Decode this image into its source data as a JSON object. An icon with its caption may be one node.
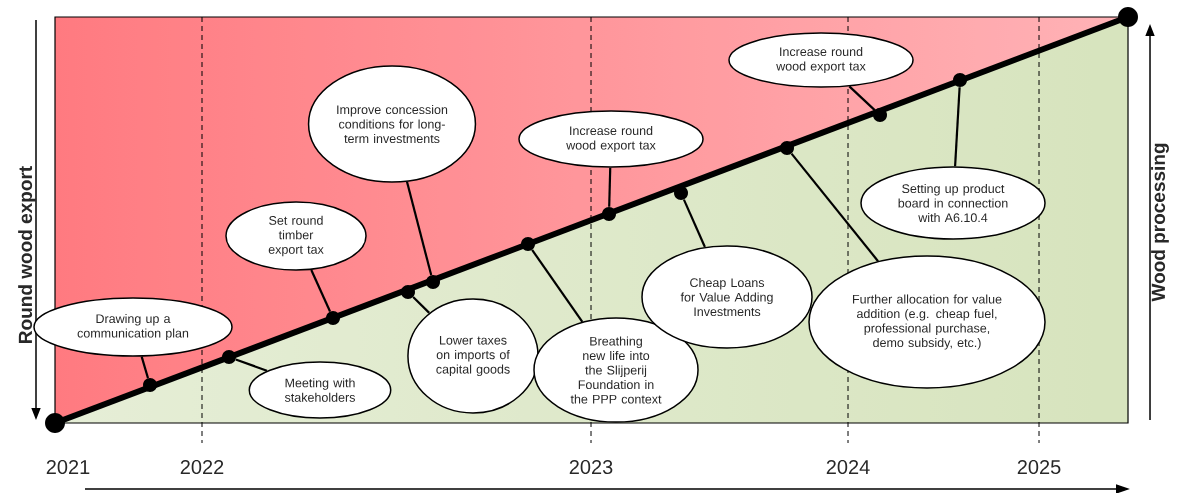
{
  "diagram": {
    "nodes": [
      {
        "text": [
          "Drawing up a communication plan"
        ]
      },
      {
        "text": [
          "Set round timber export tax"
        ]
      },
      {
        "text": [
          "Meeting with stakeholders"
        ]
      },
      {
        "text": [
          "Improve concession conditions for long-term investments"
        ]
      },
      {
        "text": [
          "Lower taxes on imports of capital goods"
        ]
      },
      {
        "text": [
          "Increase round wood export tax"
        ]
      },
      {
        "text": [
          "Breathing new life into the Slijperij Foundation in the PPP context"
        ]
      },
      {
        "text": [
          "Cheap Loans for Value Adding Investments"
        ]
      },
      {
        "text": [
          "Increase round wood export tax"
        ]
      },
      {
        "text": [
          "Further allocation for value addition (e.g. cheap fuel, professional purchase, demo subsidy, etc.)"
        ]
      },
      {
        "text": [
          "Setting up product board in connection with A6.10.4"
        ]
      },
      {
        "text": [],
        "shape": "circle"
      },
      {
        "text": [],
        "shape": "circle"
      },
      {
        "text": [],
        "shape": "circle"
      },
      {
        "text": [],
        "shape": "circle"
      },
      {
        "text": [],
        "shape": "circle"
      },
      {
        "text": [],
        "shape": "circle"
      },
      {
        "text": [],
        "shape": "circle"
      },
      {
        "text": [],
        "shape": "circle"
      },
      {
        "text": [],
        "shape": "circle"
      },
      {
        "text": [],
        "shape": "circle"
      },
      {
        "text": [],
        "shape": "circle"
      }
    ],
    "edges": [
      {
        "from": 0,
        "to": 11,
        "arrow": "none"
      },
      {
        "from": 2,
        "to": 12,
        "arrow": "none"
      },
      {
        "from": 1,
        "to": 13,
        "arrow": "none"
      },
      {
        "from": 4,
        "to": 14,
        "arrow": "none"
      },
      {
        "from": 3,
        "to": 15,
        "arrow": "none"
      },
      {
        "from": 6,
        "to": 16,
        "arrow": "none"
      },
      {
        "from": 5,
        "to": 17,
        "arrow": "none"
      },
      {
        "from": 7,
        "to": 18,
        "arrow": "none"
      },
      {
        "from": 9,
        "to": 19,
        "arrow": "none"
      },
      {
        "from": 8,
        "to": 20,
        "arrow": "none"
      },
      {
        "from": 10,
        "to": 21,
        "arrow": "none"
      }
    ],
    "labels": [
      "Round wood export",
      "Wood processing",
      "2021",
      "2022",
      "2023",
      "2024",
      "2025"
    ]
  }
}
